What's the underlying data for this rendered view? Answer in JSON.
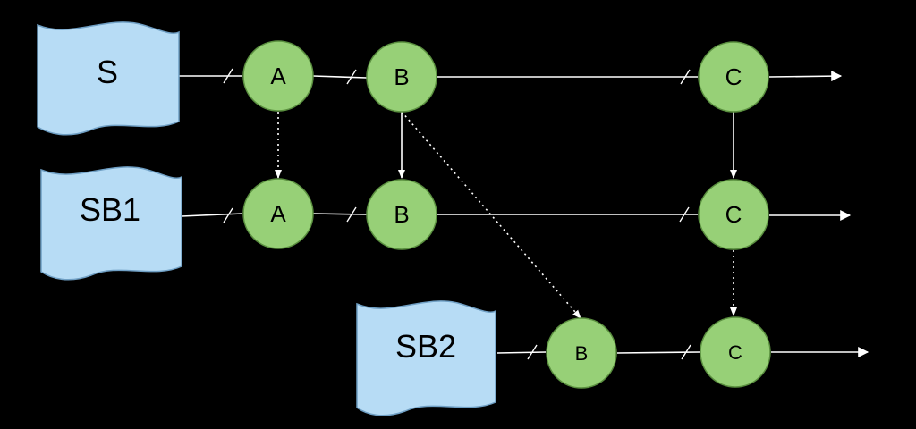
{
  "colors": {
    "background": "#000000",
    "document_fill": "#b7dcf5",
    "node_fill": "#97d077",
    "edge": "#ffffff"
  },
  "documents": {
    "s": "S",
    "sb1": "SB1",
    "sb2": "SB2"
  },
  "row_s": {
    "a": "A",
    "b": "B",
    "c": "C"
  },
  "row_sb1": {
    "a": "A",
    "b": "B",
    "c": "C"
  },
  "row_sb2": {
    "b": "B",
    "c": "C"
  }
}
